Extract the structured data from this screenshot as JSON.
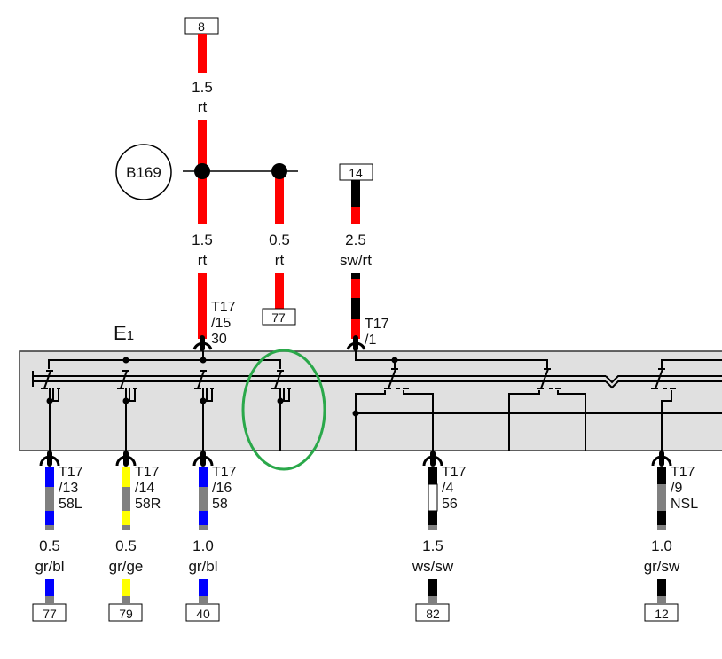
{
  "component": {
    "name": "E",
    "sub": "1"
  },
  "splice": {
    "label": "B169"
  },
  "colors": {
    "rt": "#ff0000",
    "sw": "#000000",
    "gr": "#808080",
    "bl": "#0000ff",
    "ge": "#ffff00",
    "ws": "#ffffff",
    "panel": "#e0e0e0",
    "highlight": "#2aa84a"
  },
  "top_wires": [
    {
      "id": "w8",
      "terminal": "8",
      "size": "1.5",
      "color": "rt"
    },
    {
      "id": "w15",
      "size": "1.5",
      "color": "rt",
      "pin": [
        "T17",
        "/15",
        "30"
      ]
    },
    {
      "id": "w77top",
      "size": "0.5",
      "color": "rt",
      "terminal": "77"
    },
    {
      "id": "w1",
      "terminal": "14",
      "size": "2.5",
      "color": "sw/rt",
      "pin": [
        "T17",
        "/1",
        ""
      ]
    }
  ],
  "bottom_wires": [
    {
      "pin": [
        "T17",
        "/13",
        "58L"
      ],
      "size": "0.5",
      "color": "gr/bl",
      "terminal": "77",
      "stripe": "bl"
    },
    {
      "pin": [
        "T17",
        "/14",
        "58R"
      ],
      "size": "0.5",
      "color": "gr/ge",
      "terminal": "79",
      "stripe": "ge"
    },
    {
      "pin": [
        "T17",
        "/16",
        "58"
      ],
      "size": "1.0",
      "color": "gr/bl",
      "terminal": "40",
      "stripe": "bl"
    },
    {
      "pin": [
        "T17",
        "/4",
        "56"
      ],
      "size": "1.5",
      "color": "ws/sw",
      "terminal": "82",
      "stripe": "sw"
    },
    {
      "pin": [
        "T17",
        "/9",
        "NSL"
      ],
      "size": "1.0",
      "color": "gr/sw",
      "terminal": "12",
      "stripe": "sw"
    }
  ]
}
